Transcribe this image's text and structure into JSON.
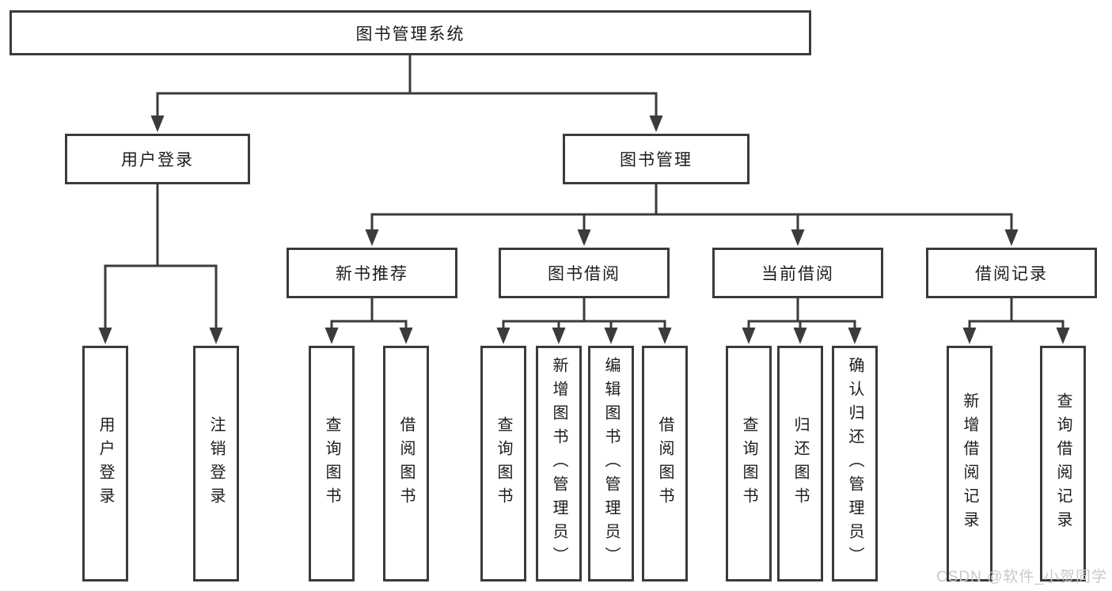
{
  "diagram": {
    "root": {
      "label": "图书管理系统"
    },
    "level2": [
      {
        "label": "用户登录"
      },
      {
        "label": "图书管理"
      }
    ],
    "level3": [
      {
        "label": "新书推荐"
      },
      {
        "label": "图书借阅"
      },
      {
        "label": "当前借阅"
      },
      {
        "label": "借阅记录"
      }
    ],
    "leaves": {
      "user": [
        {
          "label": "用户登录"
        },
        {
          "label": "注销登录"
        }
      ],
      "recommend": [
        {
          "label": "查询图书"
        },
        {
          "label": "借阅图书"
        }
      ],
      "borrow": [
        {
          "label": "查询图书"
        },
        {
          "label": "新增图书（管理员）"
        },
        {
          "label": "编辑图书（管理员）"
        },
        {
          "label": "借阅图书"
        }
      ],
      "current": [
        {
          "label": "查询图书"
        },
        {
          "label": "归还图书"
        },
        {
          "label": "确认归还（管理员）"
        }
      ],
      "records": [
        {
          "label": "新增借阅记录"
        },
        {
          "label": "查询借阅记录"
        }
      ]
    },
    "watermark": "CSDN @软件_小贺同学",
    "colors": {
      "line": "#3b3b3b",
      "text": "#1c1c1c",
      "watermark": "#c9c9c9",
      "background": "#ffffff"
    }
  }
}
